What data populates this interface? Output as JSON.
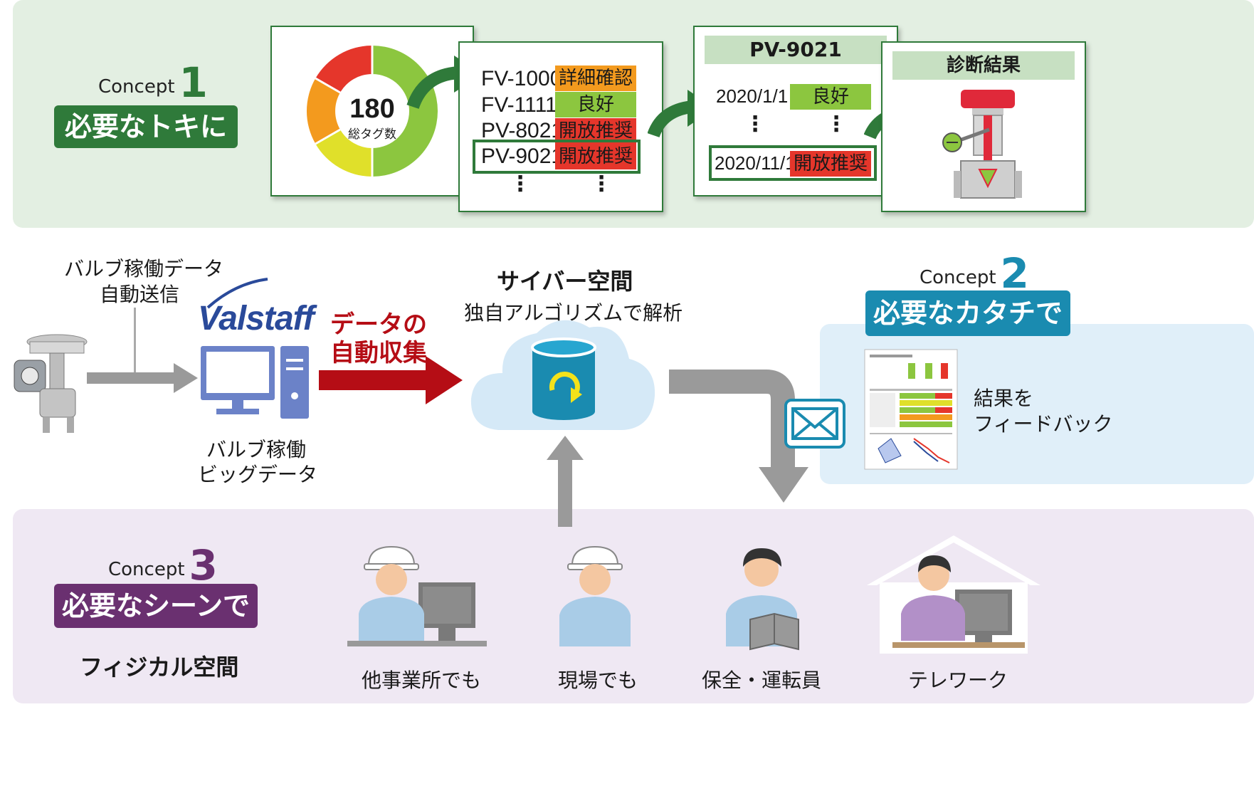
{
  "colors": {
    "green": "#2f7a3a",
    "blue": "#1a8bb0",
    "purple": "#6a3070",
    "dark_red": "#b50d15",
    "panel1": "#e3efe2",
    "panel2": "#e0eff9",
    "panel3": "#efe8f3",
    "gray_arrow": "#9a9a9a"
  },
  "concept1": {
    "word": "Concept",
    "num": "1",
    "badge": "必要なトキに"
  },
  "gauge": {
    "total": "180",
    "caption": "総タグ数"
  },
  "tag_list": {
    "rows": [
      {
        "tag": "FV-1000",
        "status": "詳細確認",
        "color": "#f39a1e"
      },
      {
        "tag": "FV-1111",
        "status": "良好",
        "color": "#8cc63f"
      },
      {
        "tag": "PV-8021",
        "status": "開放推奨",
        "color": "#e5362b"
      },
      {
        "tag": "PV-9021",
        "status": "開放推奨",
        "color": "#e5362b"
      }
    ],
    "dots": "⋮"
  },
  "history": {
    "title": "PV-9021",
    "rows": [
      {
        "date": "2020/1/1",
        "status": "良好",
        "color": "#8cc63f"
      },
      {
        "date": "2020/11/1",
        "status": "開放推奨",
        "color": "#e5362b"
      }
    ],
    "dots": "⋮"
  },
  "diagnosis": {
    "title": "診断結果"
  },
  "valve_data": {
    "line1": "バルブ稼働データ",
    "line2": "自動送信"
  },
  "brand": "Valstaff",
  "bigdata": {
    "line1": "バルブ稼働",
    "line2": "ビッグデータ"
  },
  "collect": {
    "line1": "データの",
    "line2": "自動収集"
  },
  "cyber": {
    "title": "サイバー空間",
    "subtitle": "独自アルゴリズムで解析"
  },
  "concept2": {
    "word": "Concept",
    "num": "2",
    "badge": "必要なカタチで",
    "text1": "結果を",
    "text2": "フィードバック"
  },
  "concept3": {
    "word": "Concept",
    "num": "3",
    "badge": "必要なシーンで",
    "physical": "フィジカル空間"
  },
  "scenes": [
    {
      "label": "他事業所でも"
    },
    {
      "label": "現場でも"
    },
    {
      "label": "保全・運転員"
    },
    {
      "label": "テレワーク"
    }
  ]
}
